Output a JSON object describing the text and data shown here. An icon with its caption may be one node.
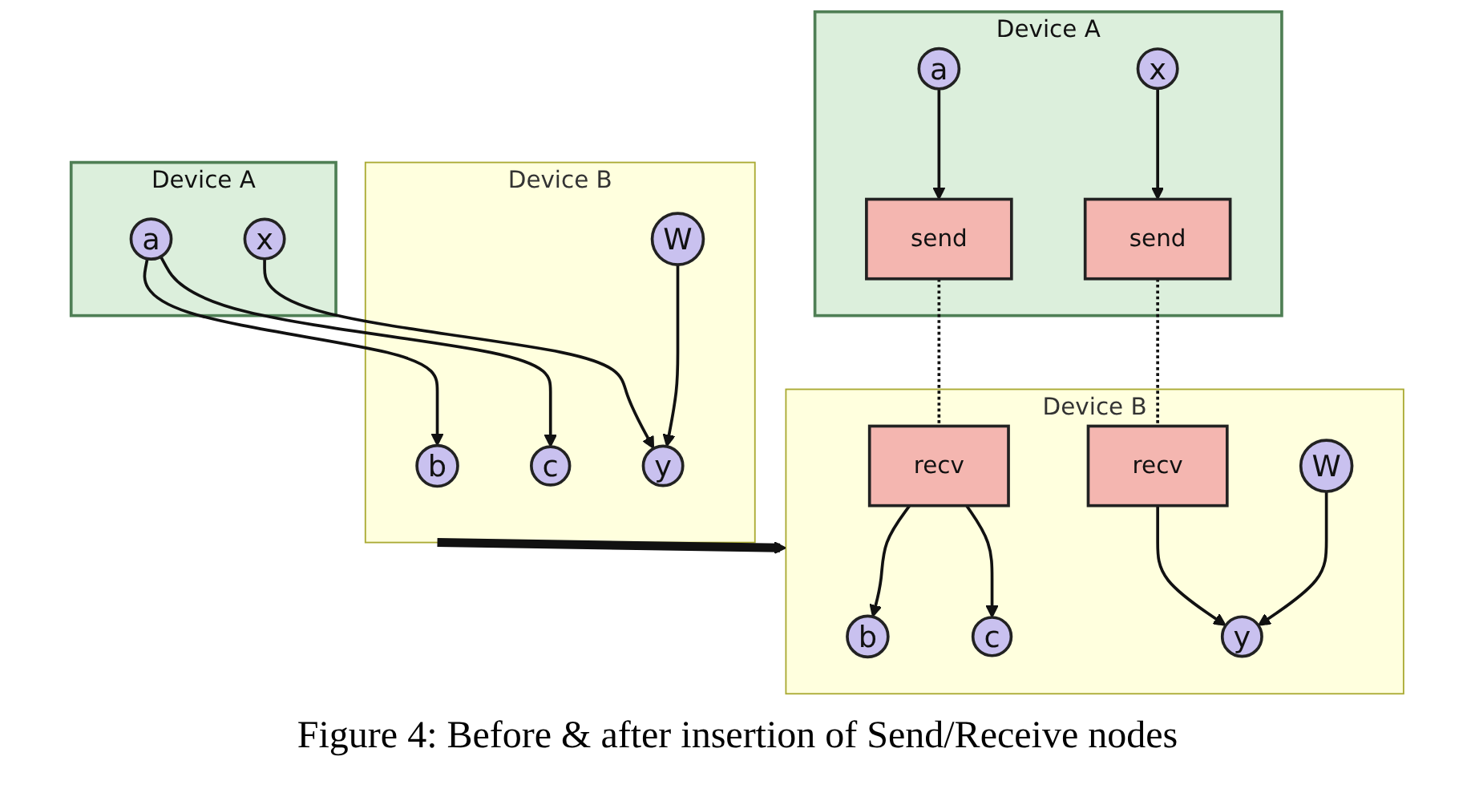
{
  "diagram": {
    "caption": "Figure 4: Before & after insertion of Send/Receive nodes",
    "nodes": [
      {
        "text": [
          "Device B"
        ]
      },
      {
        "text": [
          "b"
        ],
        "in": 0
      },
      {
        "text": [
          "c"
        ],
        "in": 0
      },
      {
        "text": [
          "W"
        ],
        "in": 0
      },
      {
        "text": [
          "y"
        ],
        "in": 0
      },
      {
        "text": [
          "Device A"
        ]
      },
      {
        "text": [
          "a"
        ],
        "in": 5
      },
      {
        "text": [
          "x"
        ],
        "in": 5
      },
      {
        "text": [
          "Device B"
        ]
      },
      {
        "text": [
          "b"
        ],
        "in": 8
      },
      {
        "text": [
          "c"
        ],
        "in": 8
      },
      {
        "text": [
          "W"
        ],
        "in": 8
      },
      {
        "text": [
          "y"
        ],
        "in": 8
      },
      {
        "text": [
          "recv"
        ],
        "in": 8
      },
      {
        "text": [
          "recv"
        ],
        "in": 8
      },
      {
        "text": [
          "Device A"
        ]
      },
      {
        "text": [
          "send"
        ],
        "in": 15
      },
      {
        "text": [
          "send"
        ],
        "in": 15
      },
      {
        "text": [
          "a"
        ],
        "in": 15
      },
      {
        "text": [
          "x"
        ],
        "in": 15
      }
    ],
    "edges": [
      {
        "from": 6,
        "to": 1,
        "arrow": "to"
      },
      {
        "from": 6,
        "to": 2,
        "arrow": "to"
      },
      {
        "from": 3,
        "to": 4,
        "arrow": "to"
      },
      {
        "from": 7,
        "to": 4,
        "arrow": "to"
      },
      {
        "from": 0,
        "to": 8,
        "arrow": "to",
        "style": "thick"
      },
      {
        "from": 13,
        "to": 9,
        "arrow": "to"
      },
      {
        "from": 13,
        "to": 10,
        "arrow": "to"
      },
      {
        "from": 11,
        "to": 12,
        "arrow": "to"
      },
      {
        "from": 14,
        "to": 12,
        "arrow": "to"
      },
      {
        "from": 16,
        "to": 13,
        "arrow": "none",
        "style": "dashed"
      },
      {
        "from": 17,
        "to": 14,
        "arrow": "none",
        "style": "dashed"
      },
      {
        "from": 18,
        "to": 16,
        "arrow": "to"
      },
      {
        "from": 19,
        "to": 17,
        "arrow": "to"
      }
    ]
  }
}
